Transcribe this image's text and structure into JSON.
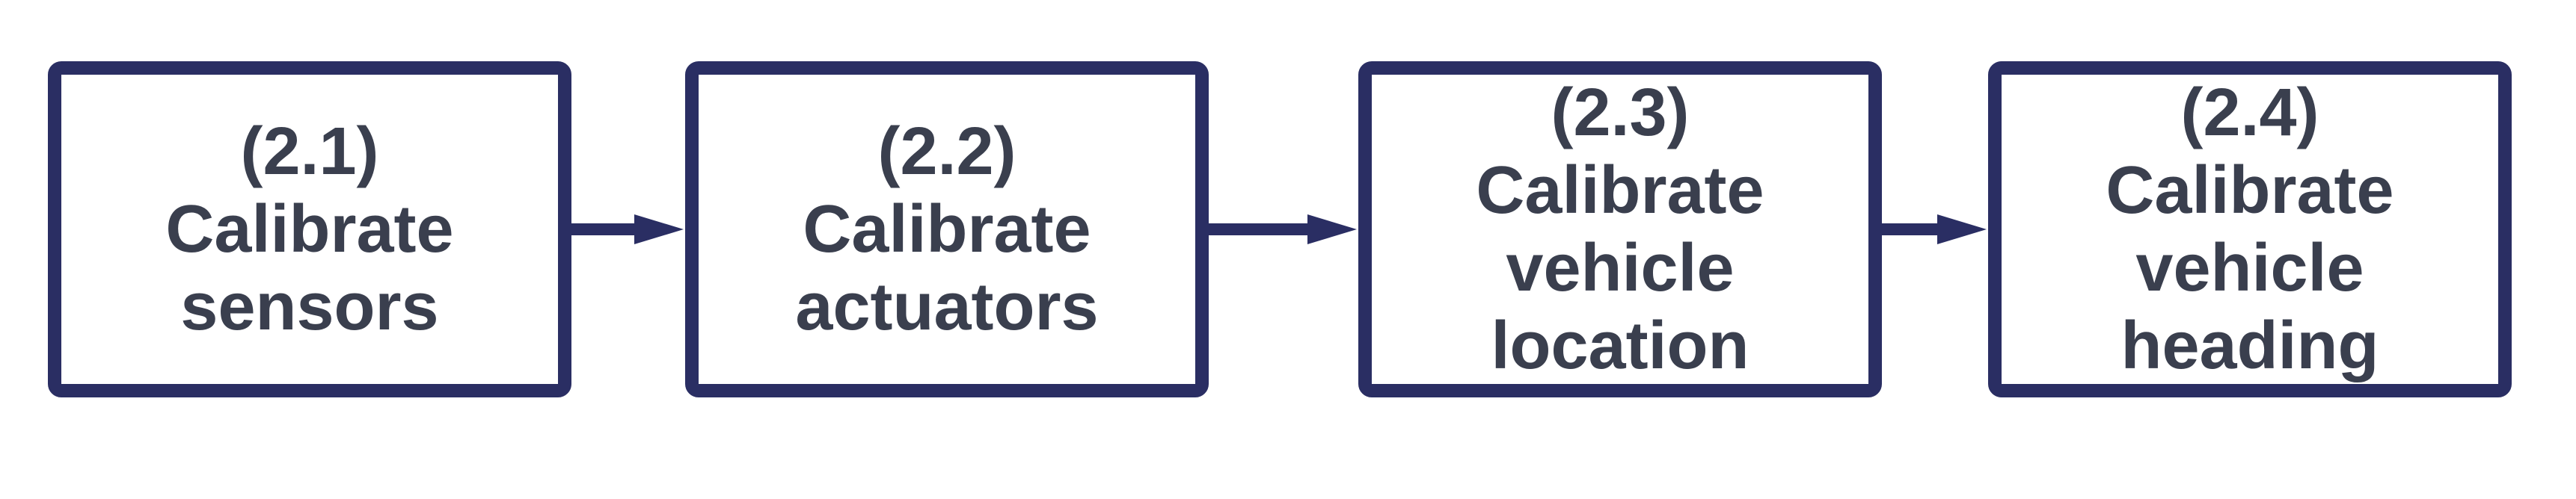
{
  "diagram": {
    "steps": [
      {
        "number": "(2.1)",
        "lines": [
          "Calibrate",
          "sensors"
        ]
      },
      {
        "number": "(2.2)",
        "lines": [
          "Calibrate",
          "actuators"
        ]
      },
      {
        "number": "(2.3)",
        "lines": [
          "Calibrate",
          "vehicle",
          "location"
        ]
      },
      {
        "number": "(2.4)",
        "lines": [
          "Calibrate",
          "vehicle",
          "heading"
        ]
      }
    ]
  },
  "colors": {
    "box_border": "#2a2e63",
    "arrow": "#2a2e63",
    "text": "#3a3f4e",
    "background": "#ffffff"
  }
}
